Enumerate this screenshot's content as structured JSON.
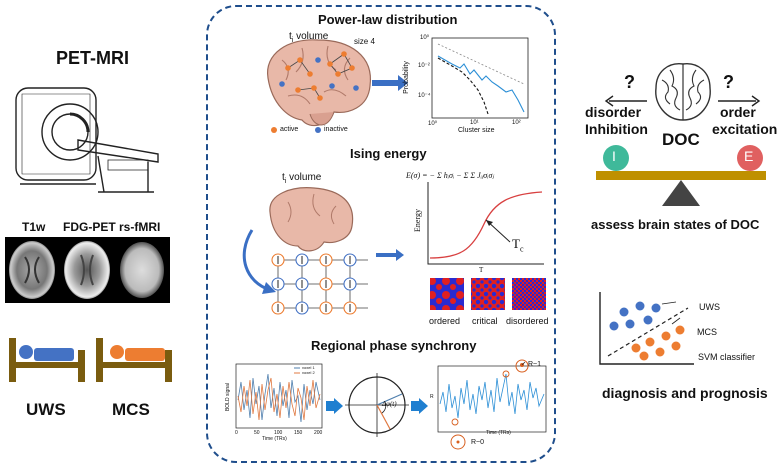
{
  "left": {
    "title": "PET-MRI",
    "scan_labels": [
      "T1w",
      "FDG-PET",
      "rs-fMRI"
    ],
    "state_labels": [
      "UWS",
      "MCS"
    ],
    "colors": {
      "uws_patient": "#4472c4",
      "mcs_patient": "#ed7d31",
      "bed": "#7a5c0f"
    }
  },
  "center": {
    "power_law": {
      "title": "Power-law distribution",
      "volume_label": "t",
      "volume_sub": "i",
      "volume_suffix": " volume",
      "size_label": "size 4",
      "legend": {
        "active": "active",
        "inactive": "inactive"
      },
      "plot": {
        "xlabel": "Cluster size",
        "ylabel": "Probability",
        "yticks": [
          "10⁰",
          "10⁻²",
          "10⁻⁴"
        ],
        "xticks": [
          "10⁰",
          "10¹",
          "10²"
        ]
      }
    },
    "ising": {
      "title": "Ising energy",
      "volume_label": "t",
      "volume_sub": "i",
      "volume_suffix": " volume",
      "formula": "E(σ) = − Σ hᵢσᵢ − Σ Σ Jᵢⱼσᵢσⱼ",
      "plot": {
        "ylabel": "Energy",
        "xlabel": "T",
        "tc_label": "T",
        "tc_sub": "c"
      },
      "patterns": [
        "ordered",
        "critical",
        "disordered"
      ]
    },
    "sync": {
      "title": "Regional phase synchrony",
      "ts_ylabel": "BOLD signal",
      "ts_xlabel": "Time (TRs)",
      "ts_legend": [
        "voxel 1",
        "voxel 2"
      ],
      "ts_xticks": [
        "0",
        "50",
        "100",
        "150",
        "200"
      ],
      "angle_label": "Δφ(t)",
      "r_plot": {
        "ylabel": "R",
        "xlabel": "Time (TRs)",
        "r_high": "R~1",
        "r_low": "R~0"
      }
    }
  },
  "right": {
    "q1": "?",
    "q2": "?",
    "disorder": "disorder",
    "inhibition": "Inhibition",
    "order": "order",
    "excitation": "excitation",
    "doc": "DOC",
    "ball_i": "I",
    "ball_e": "E",
    "assess": "assess brain states of DOC",
    "scatter": {
      "uws": "UWS",
      "mcs": "MCS",
      "svm": "SVM classifier"
    },
    "diagnosis": "diagnosis and prognosis",
    "colors": {
      "inhibition": "#3fb99a",
      "excitation": "#e06060",
      "beam": "#bf9000",
      "uws": "#4472c4",
      "mcs": "#ed7d31"
    }
  }
}
